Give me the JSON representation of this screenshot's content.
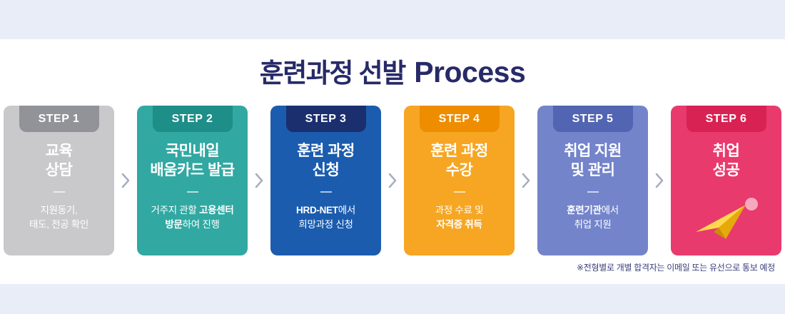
{
  "title": {
    "korean": "훈련과정 선발",
    "english": "Process"
  },
  "footnote": "※전형별로 개별 합격자는 이메일 또는 유선으로 통보 예정",
  "arrow_color": "#a7adc2",
  "plane_colors": {
    "light": "#ffd94d",
    "dark": "#e5a90c",
    "fold": "#c98f06",
    "circle": "#f6a8bf"
  },
  "steps": [
    {
      "badge": "STEP 1",
      "card_color": "#c9c9cb",
      "badge_color": "#929399",
      "title_lines": [
        "교육",
        "상담"
      ],
      "desc": [
        {
          "pre": "지원동기,"
        },
        {
          "pre": "태도, 전공 확인"
        }
      ]
    },
    {
      "badge": "STEP 2",
      "card_color": "#31a8a2",
      "badge_color": "#1e8e89",
      "title_lines": [
        "국민내일",
        "배움카드 발급"
      ],
      "desc": [
        {
          "pre": "거주지 관할 ",
          "bold": "고용센터"
        },
        {
          "bold": "방문",
          "post": "하여 진행"
        }
      ]
    },
    {
      "badge": "STEP 3",
      "card_color": "#1b5cae",
      "badge_color": "#1b2f6e",
      "title_lines": [
        "훈련 과정",
        "신청"
      ],
      "desc": [
        {
          "bold": "HRD-NET",
          "post": "에서"
        },
        {
          "pre": "희망과정 신청"
        }
      ]
    },
    {
      "badge": "STEP 4",
      "card_color": "#f6a623",
      "badge_color": "#ee8d00",
      "title_lines": [
        "훈련 과정",
        "수강"
      ],
      "desc": [
        {
          "pre": "과정 수료 및"
        },
        {
          "bold": "자격증 취득"
        }
      ]
    },
    {
      "badge": "STEP 5",
      "card_color": "#7384cb",
      "badge_color": "#5265b2",
      "title_lines": [
        "취업 지원",
        "및 관리"
      ],
      "desc": [
        {
          "bold": "훈련기관",
          "post": "에서"
        },
        {
          "pre": "취업 지원"
        }
      ]
    },
    {
      "badge": "STEP 6",
      "card_color": "#e83a6d",
      "badge_color": "#d82253",
      "title_lines": [
        "취업",
        "성공"
      ],
      "desc": []
    }
  ]
}
